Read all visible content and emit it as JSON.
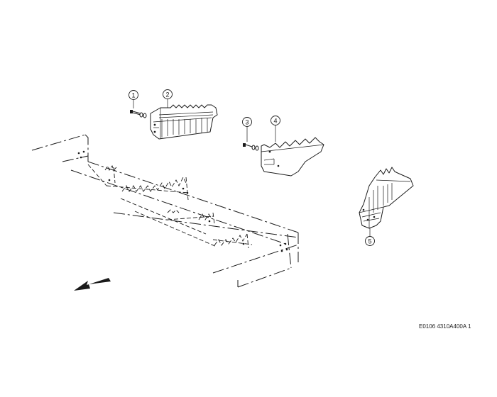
{
  "callouts": [
    {
      "id": "1",
      "label": "1"
    },
    {
      "id": "2",
      "label": "2"
    },
    {
      "id": "3",
      "label": "3"
    },
    {
      "id": "4",
      "label": "4"
    },
    {
      "id": "5",
      "label": "5"
    }
  ],
  "reference_code": "E0106 4310A400A 1",
  "icons": {
    "direction_arrow": "arrow-down-left-icon",
    "bolt": "bolt-icon"
  }
}
